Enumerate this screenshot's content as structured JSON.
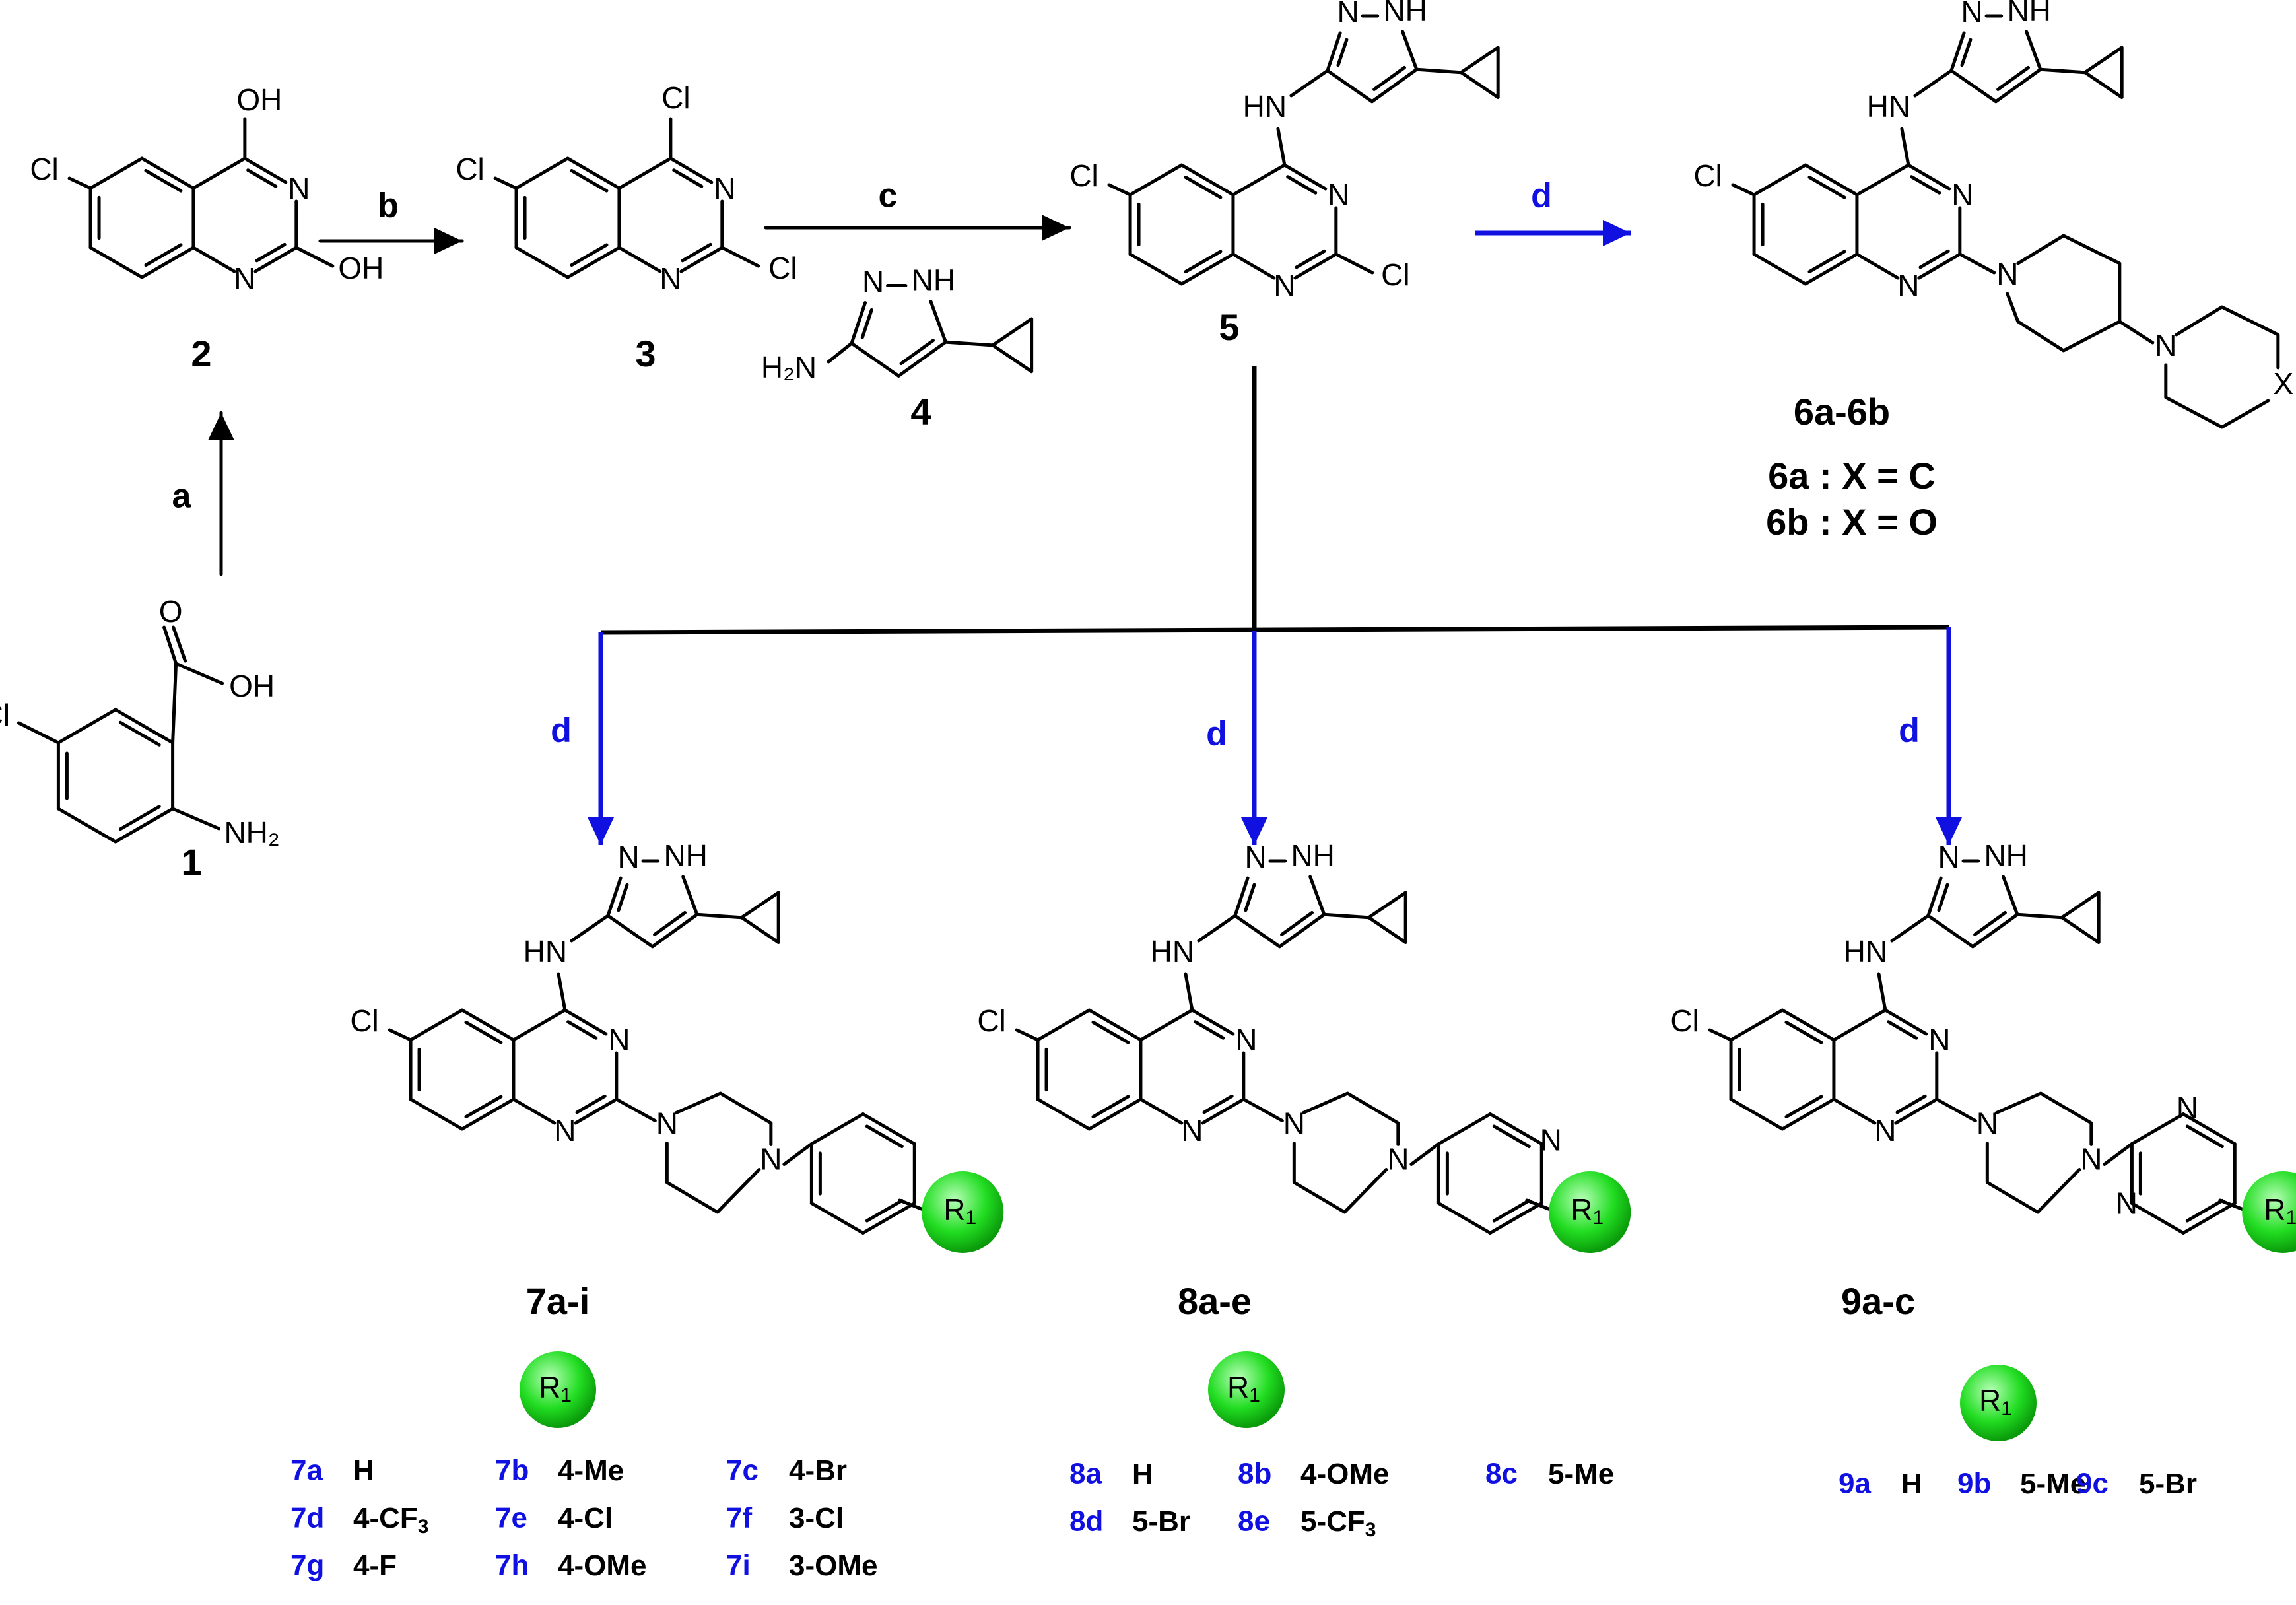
{
  "colors": {
    "black": "#000000",
    "blue": "#1010e0",
    "green": "#22dd22",
    "green_dark": "#0a8f0a"
  },
  "atoms": {
    "cl": "Cl",
    "oh": "OH",
    "n": "N",
    "nh": "NH",
    "hn": "HN",
    "h2n": "H₂N",
    "nh2": "NH₂",
    "o": "O",
    "x": "X",
    "r": "R",
    "r_sub": "1"
  },
  "compounds": {
    "c1": "1",
    "c2": "2",
    "c3": "3",
    "c4": "4",
    "c5": "5",
    "c6": "6a-6b",
    "c6a": "6a : X = C",
    "c6b": "6b : X = O",
    "c7": "7a-i",
    "c8": "8a-e",
    "c9": "9a-c"
  },
  "steps": {
    "a": "a",
    "b": "b",
    "c": "c",
    "d": "d"
  },
  "tables": {
    "t7": [
      [
        {
          "id": "7a",
          "sub": "H"
        },
        {
          "id": "7b",
          "sub": "4-Me"
        },
        {
          "id": "7c",
          "sub": "4-Br"
        }
      ],
      [
        {
          "id": "7d",
          "sub": "4-CF",
          "sub2": "3"
        },
        {
          "id": "7e",
          "sub": "4-Cl"
        },
        {
          "id": "7f",
          "sub": "3-Cl"
        }
      ],
      [
        {
          "id": "7g",
          "sub": "4-F"
        },
        {
          "id": "7h",
          "sub": "4-OMe"
        },
        {
          "id": "7i",
          "sub": "3-OMe"
        }
      ]
    ],
    "t8": [
      [
        {
          "id": "8a",
          "sub": "H"
        },
        {
          "id": "8b",
          "sub": "4-OMe"
        },
        {
          "id": "8c",
          "sub": "5-Me"
        }
      ],
      [
        {
          "id": "8d",
          "sub": "5-Br"
        },
        {
          "id": "8e",
          "sub": "5-CF",
          "sub2": "3"
        }
      ]
    ],
    "t9": [
      [
        {
          "id": "9a",
          "sub": "H"
        },
        {
          "id": "9b",
          "sub": "5-Me"
        },
        {
          "id": "9c",
          "sub": "5-Br"
        }
      ]
    ]
  }
}
